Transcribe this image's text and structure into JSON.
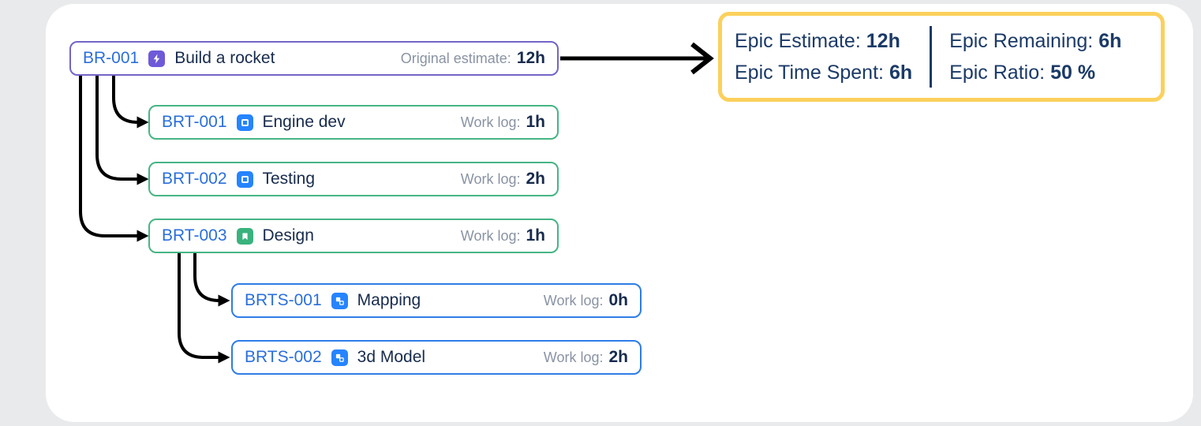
{
  "epic": {
    "key": "BR-001",
    "title": "Build a rocket",
    "estimate_label": "Original estimate:",
    "estimate_value": "12h"
  },
  "tasks": [
    {
      "key": "BRT-001",
      "type": "task",
      "title": "Engine dev",
      "log_label": "Work log:",
      "log_value": "1h"
    },
    {
      "key": "BRT-002",
      "type": "task",
      "title": "Testing",
      "log_label": "Work log:",
      "log_value": "2h"
    },
    {
      "key": "BRT-003",
      "type": "story",
      "title": "Design",
      "log_label": "Work log:",
      "log_value": "1h"
    }
  ],
  "subtasks": [
    {
      "key": "BRTS-001",
      "type": "subtask",
      "title": "Mapping",
      "log_label": "Work log:",
      "log_value": "0h"
    },
    {
      "key": "BRTS-002",
      "type": "subtask",
      "title": "3d Model",
      "log_label": "Work log:",
      "log_value": "2h"
    }
  ],
  "summary": {
    "left": [
      {
        "label": "Epic Estimate:",
        "value": "12h"
      },
      {
        "label": "Epic Time Spent:",
        "value": "6h"
      }
    ],
    "right": [
      {
        "label": "Epic Remaining:",
        "value": "6h"
      },
      {
        "label": "Epic Ratio:",
        "value": "50 %"
      }
    ]
  },
  "colors": {
    "epic_border": "#7265c8",
    "task_border": "#46b584",
    "subtask_border": "#2e7de6",
    "summary_border": "#fbd05c",
    "summary_text": "#1b3a67",
    "epic_icon_bg": "#6e5ad8",
    "task_icon_bg": "#2684ff",
    "story_icon_bg": "#3ab27d",
    "subtask_icon_bg": "#2684ff",
    "issue_key_link": "#2a6fdb",
    "title_text": "#172b4d",
    "meta_label_text": "#8993a4",
    "connector": "#000000",
    "card_bg": "#ffffff"
  }
}
